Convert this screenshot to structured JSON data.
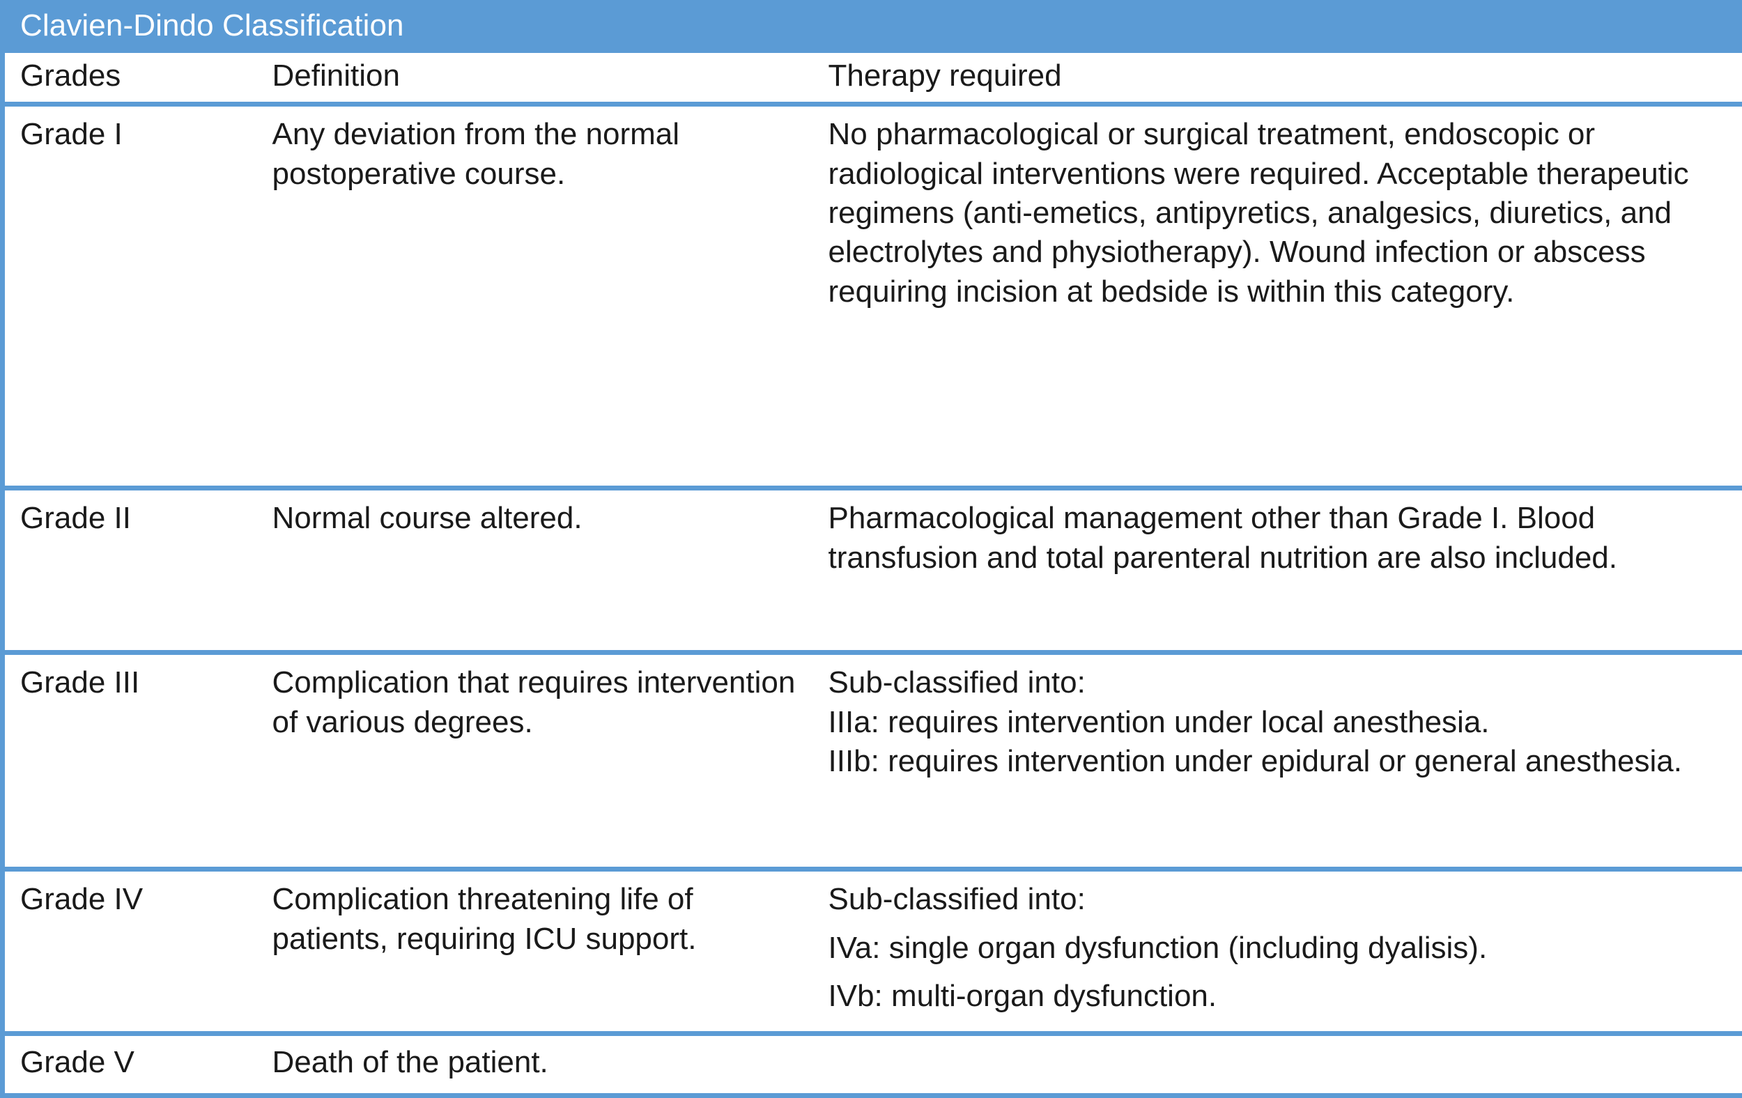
{
  "table": {
    "title": "Clavien-Dindo Classification",
    "accent_color": "#5B9BD5",
    "title_text_color": "#FFFFFF",
    "body_text_color": "#1A1A1A",
    "background_color": "#FFFFFF",
    "columns": [
      {
        "key": "grades",
        "header": "Grades"
      },
      {
        "key": "definition",
        "header": "Definition"
      },
      {
        "key": "therapy",
        "header": "Therapy required"
      }
    ],
    "rows": [
      {
        "grade": "Grade I",
        "definition": "Any deviation from the normal postoperative course.",
        "therapy": "No pharmacological or surgical treatment, endoscopic or radiological interventions were required. Acceptable therapeutic regimens (anti-emetics, antipyretics, analgesics, diuretics, and electrolytes and physiotherapy). Wound infection or abscess requiring incision at bedside is within this category."
      },
      {
        "grade": "Grade II",
        "definition": "Normal course altered.",
        "therapy": "Pharmacological management other than Grade I. Blood transfusion and total parenteral nutrition are also included."
      },
      {
        "grade": "Grade III",
        "definition": "Complication that requires intervention of various degrees.",
        "therapy_lines": [
          "Sub-classified into:",
          "IIIa: requires intervention under local anesthesia.",
          "IIIb: requires intervention under epidural or general anesthesia."
        ]
      },
      {
        "grade": "Grade IV",
        "definition": "Complication threatening life of patients, requiring ICU support.",
        "therapy_lines": [
          "Sub-classified into:",
          "IVa: single organ dysfunction (including dyalisis).",
          "IVb: multi-organ dysfunction."
        ]
      },
      {
        "grade": "Grade V",
        "definition": "Death of the patient.",
        "therapy": ""
      }
    ]
  }
}
